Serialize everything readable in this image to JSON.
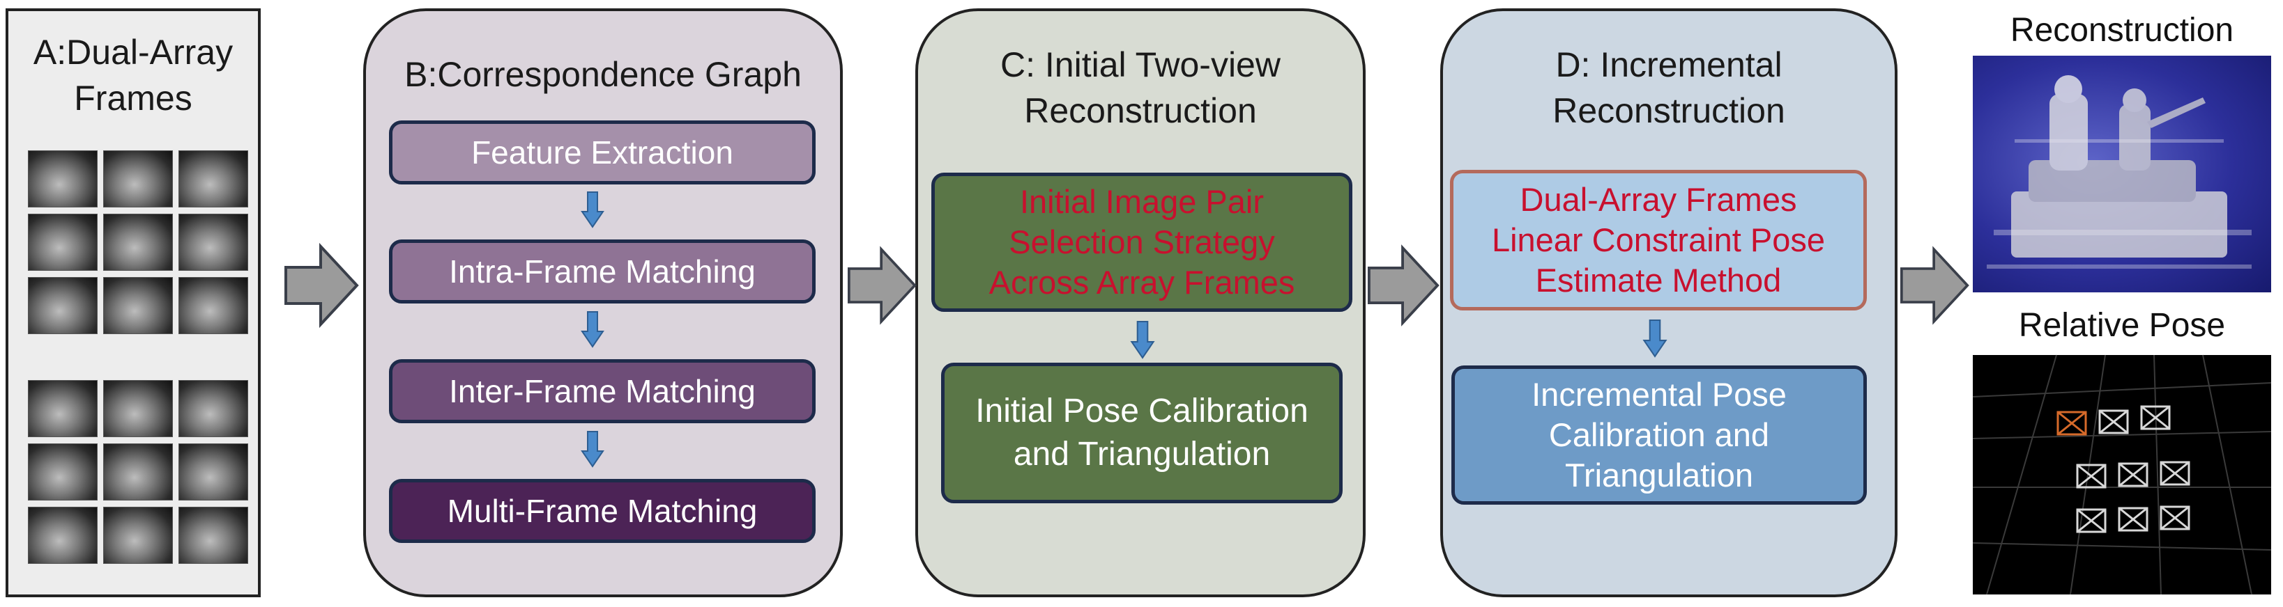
{
  "colors": {
    "panel_a": "#ededed",
    "panel_b": "#dbd4dc",
    "panel_c": "#d8dcd3",
    "panel_d": "#ccd7e2",
    "feature": "#a590aa",
    "intra": "#8f7395",
    "inter": "#6e4d78",
    "multi": "#4c2356",
    "green": "#5a7647",
    "blue_light": "#aecbe5",
    "blue_mid": "#6e9bc7",
    "emphasis_text": "#c8102e",
    "connector_arrow": "#4a8acb",
    "big_arrow": "#9b9b9b"
  },
  "panel_a": {
    "title_lines": [
      "A:Dual-Array",
      "Frames"
    ]
  },
  "panel_b": {
    "title": "B:Correspondence Graph",
    "steps": [
      "Feature Extraction",
      "Intra-Frame Matching",
      "Inter-Frame Matching",
      "Multi-Frame Matching"
    ]
  },
  "panel_c": {
    "title_lines": [
      "C: Initial Two-view",
      "Reconstruction"
    ],
    "step1_lines": [
      "Initial Image Pair",
      "Selection Strategy",
      "Across Array Frames"
    ],
    "step2_lines": [
      "Initial Pose Calibration",
      "and Triangulation"
    ]
  },
  "panel_d": {
    "title_lines": [
      "D: Incremental",
      "Reconstruction"
    ],
    "step1_lines": [
      "Dual-Array Frames",
      "Linear Constraint Pose",
      "Estimate Method"
    ],
    "step2_lines": [
      "Incremental Pose",
      "Calibration and",
      "Triangulation"
    ]
  },
  "outputs": {
    "reconstruction_label": "Reconstruction",
    "relative_pose_label": "Relative Pose"
  }
}
